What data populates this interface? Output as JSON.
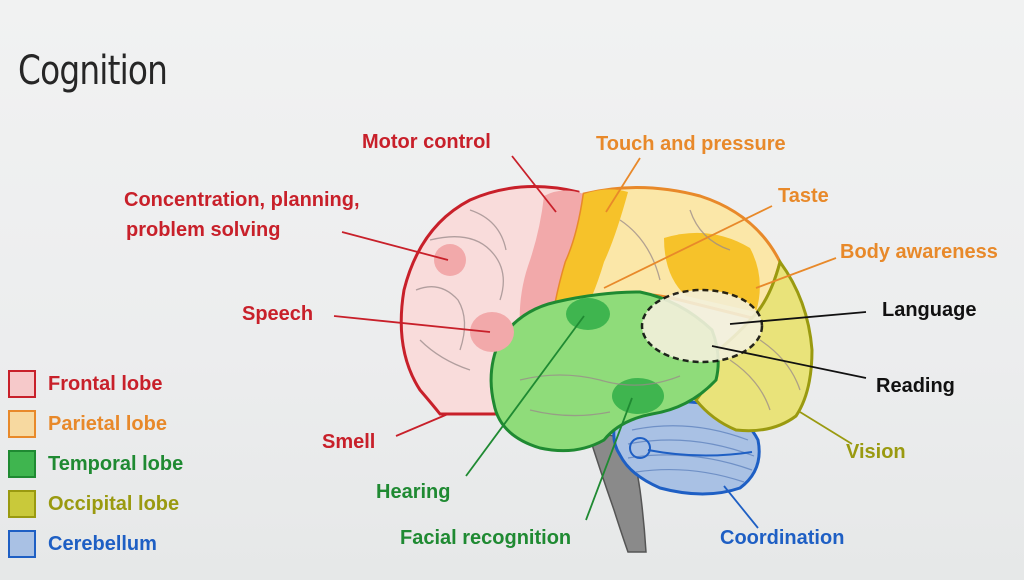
{
  "slide": {
    "title": "Cognition"
  },
  "regions": {
    "motor_control": "Motor control",
    "touch_pressure": "Touch and pressure",
    "concentration_1": "Concentration, planning,",
    "concentration_2": "problem solving",
    "taste": "Taste",
    "body_awareness": "Body awareness",
    "speech": "Speech",
    "language": "Language",
    "reading": "Reading",
    "smell": "Smell",
    "vision": "Vision",
    "hearing": "Hearing",
    "facial_recognition": "Facial recognition",
    "coordination": "Coordination"
  },
  "legend": [
    {
      "label": "Frontal lobe",
      "color": "#c8202a",
      "fill": "#f6c9ca"
    },
    {
      "label": "Parietal lobe",
      "color": "#e8892a",
      "fill": "#f7d9a0"
    },
    {
      "label": "Temporal lobe",
      "color": "#1f8a32",
      "fill": "#3fb54f"
    },
    {
      "label": "Occipital lobe",
      "color": "#9a9a10",
      "fill": "#c9c93a"
    },
    {
      "label": "Cerebellum",
      "color": "#1e5fc4",
      "fill": "#a9c1e4"
    }
  ],
  "colors": {
    "frontal": "#c8202a",
    "parietal": "#e8892a",
    "temporal": "#1f8a32",
    "occipital": "#9a9a10",
    "cerebellum": "#1e5fc4",
    "black_label": "#111111"
  }
}
